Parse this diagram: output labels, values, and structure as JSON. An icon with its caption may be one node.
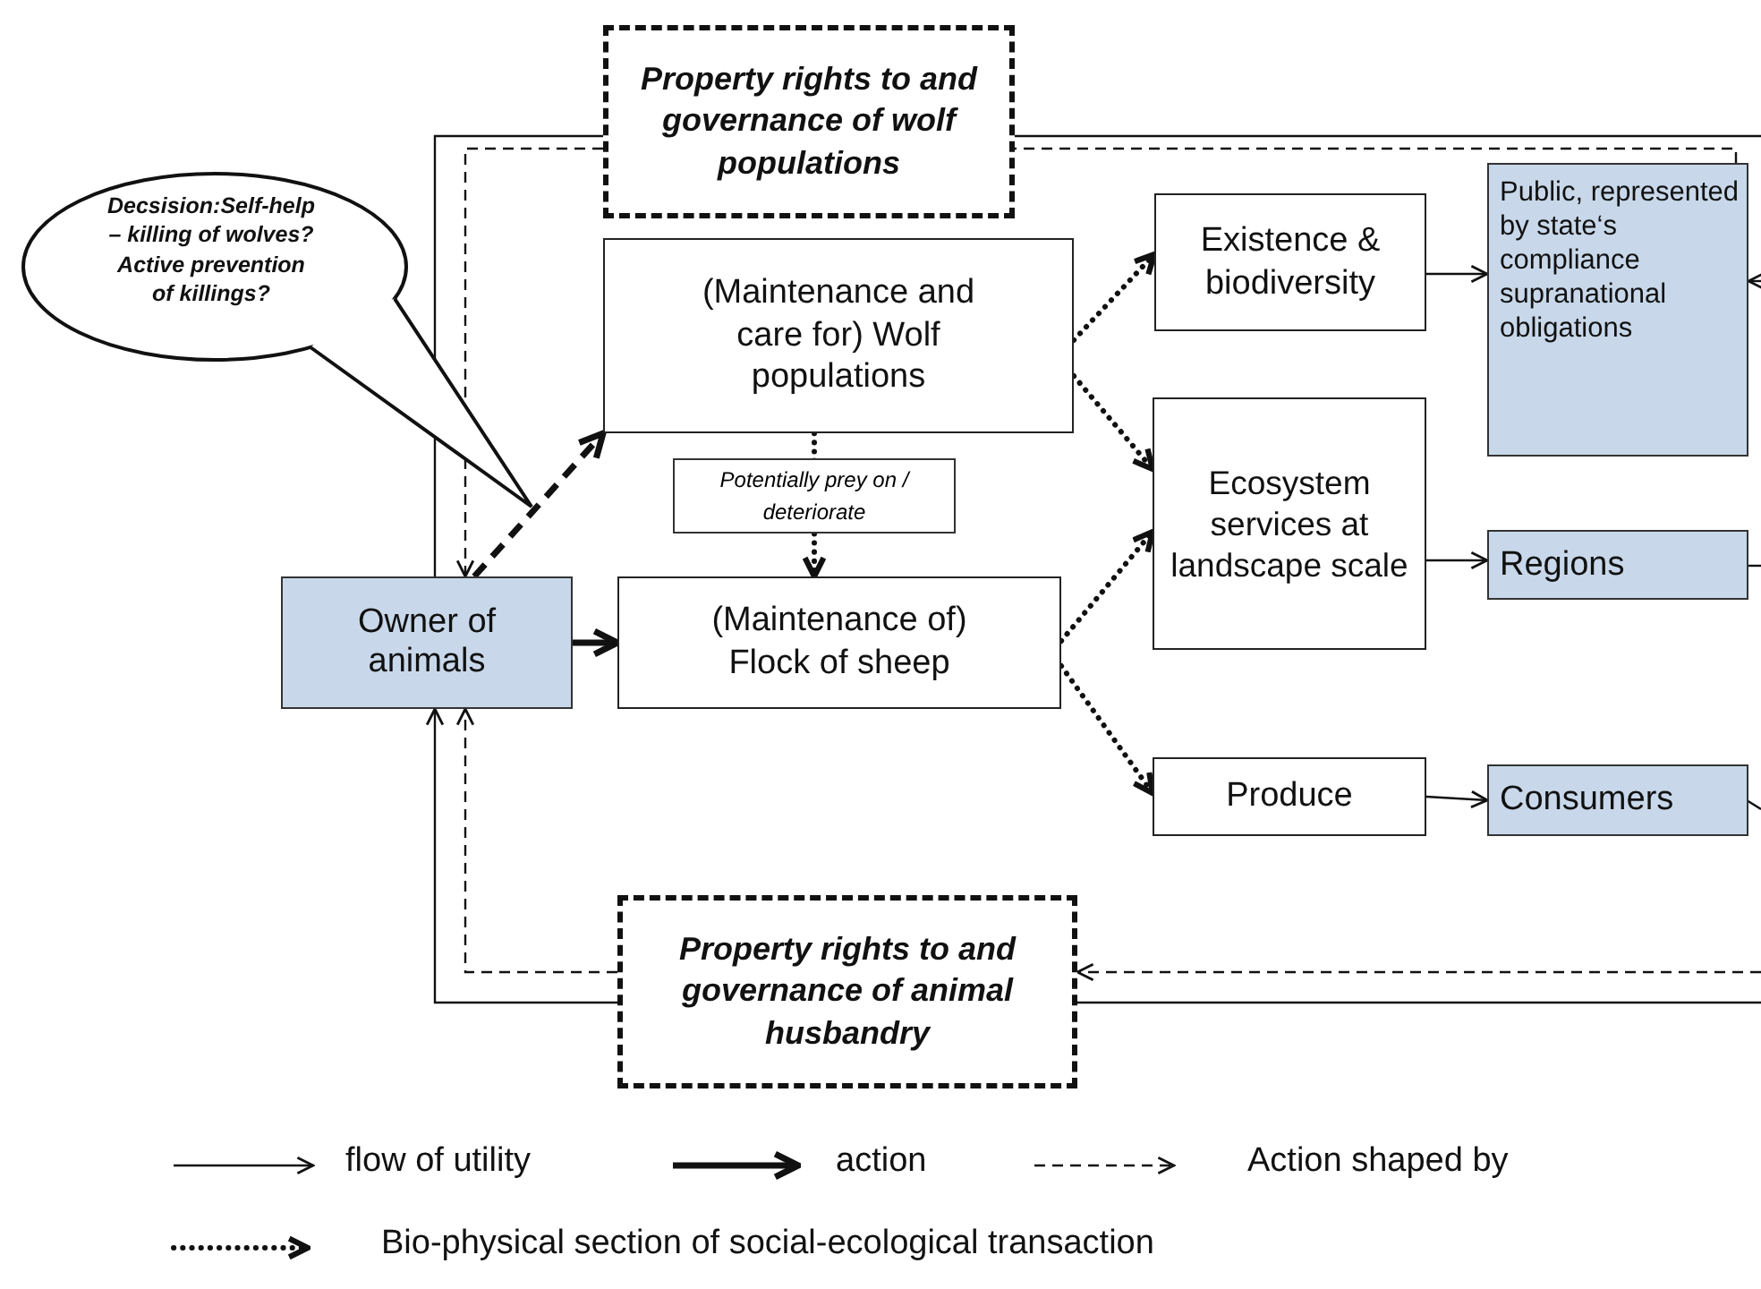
{
  "diagram": {
    "nodes": [
      {
        "text": [
          "Property rights to and governance of wolf populations"
        ]
      },
      {
        "text": [
          "Decsision:Self-help – killing of wolves? Active prevention of killings?"
        ]
      },
      {
        "text": [
          "(Maintenance and care for) Wolf populations"
        ]
      },
      {
        "text": [
          "Existence & biodiversity"
        ]
      },
      {
        "text": [
          "Public, represented by state‘s compliance supranational obligations"
        ]
      },
      {
        "text": [
          "Ecosystem services at landscape scale"
        ]
      },
      {
        "text": [
          "Owner of animals"
        ]
      },
      {
        "text": [
          "(Maintenance of) Flock of sheep"
        ]
      },
      {
        "text": [
          "Regions"
        ]
      },
      {
        "text": [
          "Produce"
        ]
      },
      {
        "text": [
          "Consumers"
        ]
      },
      {
        "text": [
          "Property rights to and governance of animal husbandry"
        ]
      }
    ],
    "edges": [
      {
        "from": 6,
        "to": 7,
        "arrow": "to",
        "style": "thick"
      },
      {
        "from": 6,
        "to": 2,
        "arrow": "to",
        "style": "dashed"
      },
      {
        "from": 2,
        "to": 7,
        "arrow": "to",
        "style": "dashed",
        "label": "Potentially prey on / deteriorate"
      },
      {
        "from": 2,
        "to": 3,
        "arrow": "to",
        "style": "dashed"
      },
      {
        "from": 2,
        "to": 5,
        "arrow": "to",
        "style": "dashed"
      },
      {
        "from": 7,
        "to": 5,
        "arrow": "to",
        "style": "dashed"
      },
      {
        "from": 7,
        "to": 9,
        "arrow": "to",
        "style": "dashed"
      },
      {
        "from": 3,
        "to": 4,
        "arrow": "to"
      },
      {
        "from": 5,
        "to": 8,
        "arrow": "to"
      },
      {
        "from": 9,
        "to": 10,
        "arrow": "to"
      },
      {
        "from": 8,
        "to": null,
        "arrow": "none"
      },
      {
        "from": 10,
        "to": null,
        "arrow": "none"
      },
      {
        "from": null,
        "to": 4,
        "arrow": "to"
      },
      {
        "from": null,
        "to": 6,
        "arrow": "none"
      },
      {
        "from": null,
        "to": 6,
        "arrow": "to"
      },
      {
        "from": 0,
        "to": 6,
        "arrow": "to",
        "style": "dashed"
      },
      {
        "from": null,
        "to": 11,
        "arrow": "to",
        "style": "dashed"
      },
      {
        "from": 11,
        "to": 6,
        "arrow": "to",
        "style": "dashed"
      },
      {
        "from": 4,
        "to": 0,
        "arrow": "none",
        "style": "dashed"
      }
    ],
    "legend": [
      {
        "text": "flow of utility"
      },
      {
        "text": "action"
      },
      {
        "text": "Action shaped by"
      },
      {
        "text": "Bio-physical section of social-ecological transaction"
      }
    ]
  }
}
